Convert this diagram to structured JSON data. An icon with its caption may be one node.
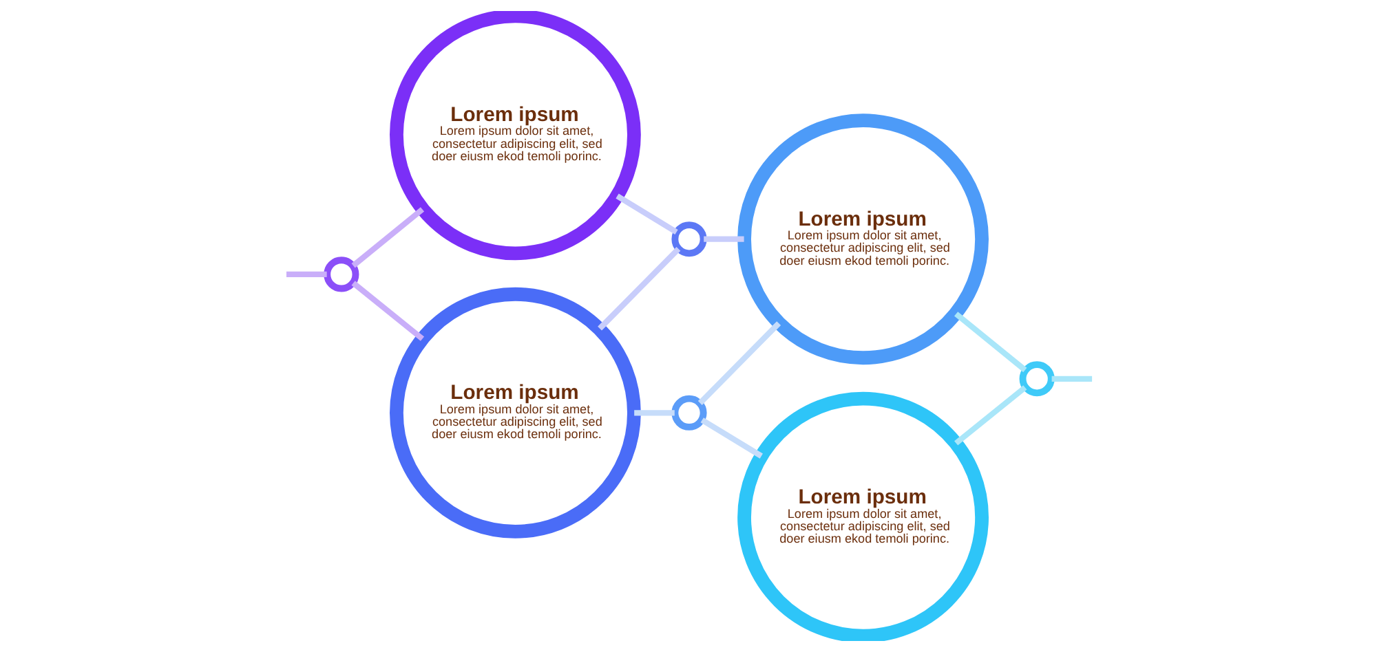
{
  "diagram": {
    "nodes": [
      {
        "text": [
          "Lorem ipsum",
          "Lorem ipsum dolor sit amet, consectetur adipiscing elit, sed doer eiusm ekod temoli porinc."
        ]
      },
      {
        "text": [
          "Lorem ipsum",
          "Lorem ipsum dolor sit amet, consectetur adipiscing elit, sed doer eiusm ekod temoli porinc."
        ]
      },
      {
        "text": [
          "Lorem ipsum",
          "Lorem ipsum dolor sit amet, consectetur adipiscing elit, sed doer eiusm ekod temoli porinc."
        ]
      },
      {
        "text": [
          "Lorem ipsum",
          "Lorem ipsum dolor sit amet, consectetur adipiscing elit, sed doer eiusm ekod temoli porinc."
        ]
      },
      {
        "text": [],
        "shape": "circle"
      },
      {
        "text": [],
        "shape": "circle"
      },
      {
        "text": [],
        "shape": "circle"
      },
      {
        "text": [],
        "shape": "circle"
      }
    ],
    "edges": [
      {
        "from": null,
        "to": 4,
        "arrow": "none",
        "color": "#c9aef9"
      },
      {
        "from": 4,
        "to": 1,
        "arrow": "none",
        "color": "#c9aef9"
      },
      {
        "from": 4,
        "to": 0,
        "arrow": "none",
        "color": "#c9aef9"
      },
      {
        "from": 1,
        "to": 5,
        "arrow": "none",
        "color": "#c6dcfa"
      },
      {
        "from": 5,
        "to": 3,
        "arrow": "none",
        "color": "#c6dcfa"
      },
      {
        "from": 5,
        "to": 2,
        "arrow": "none",
        "color": "#c6dcfa"
      },
      {
        "from": 1,
        "to": 6,
        "arrow": "none",
        "color": "#c8cdfb"
      },
      {
        "from": 0,
        "to": 6,
        "arrow": "none",
        "color": "#c8cdfb"
      },
      {
        "from": 6,
        "to": 2,
        "arrow": "none",
        "color": "#c8cdfb"
      },
      {
        "from": 2,
        "to": 7,
        "arrow": "none",
        "color": "#a9e6f9"
      },
      {
        "from": 3,
        "to": 7,
        "arrow": "none",
        "color": "#a9e6f9"
      },
      {
        "from": 7,
        "to": null,
        "arrow": "none",
        "color": "#a9e6f9"
      }
    ]
  }
}
